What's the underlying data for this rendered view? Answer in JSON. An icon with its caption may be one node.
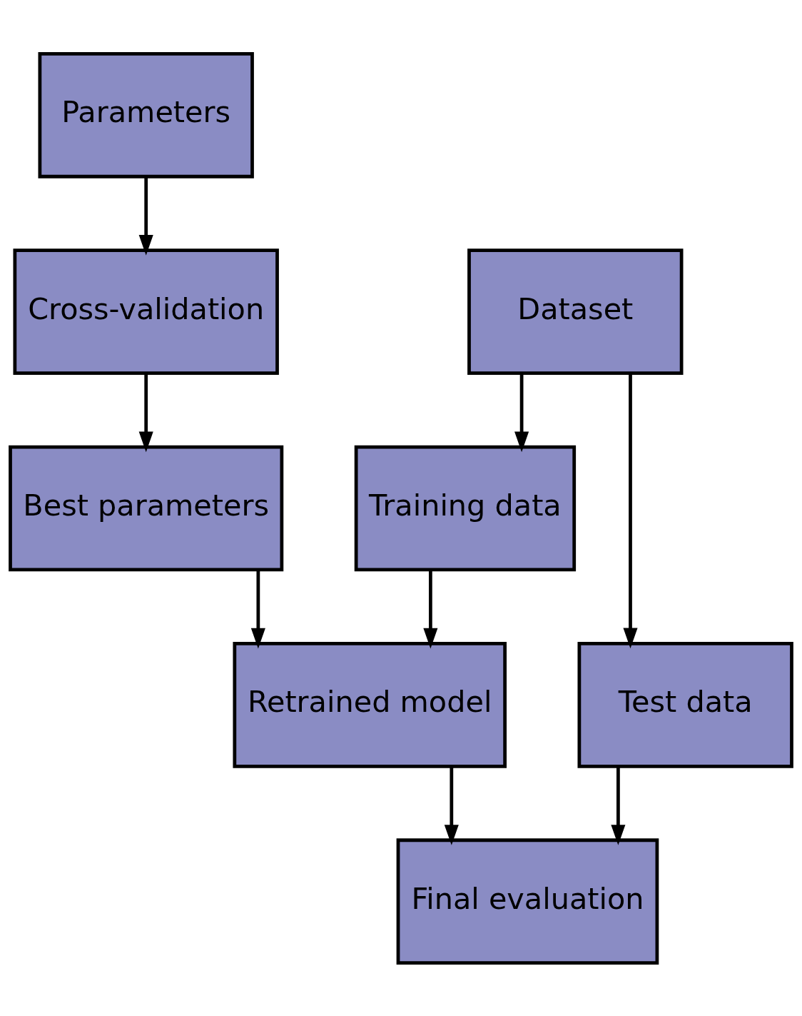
{
  "diagram": {
    "nodes": [
      {
        "text": [
          "Parameters"
        ]
      },
      {
        "text": [
          "Dataset"
        ]
      },
      {
        "text": [
          "Cross-validation"
        ]
      },
      {
        "text": [
          "Training data"
        ]
      },
      {
        "text": [
          "Test data"
        ]
      },
      {
        "text": [
          "Best parameters"
        ]
      },
      {
        "text": [
          "Retrained model"
        ]
      },
      {
        "text": [
          "Final evaluation"
        ]
      }
    ],
    "edges": [
      {
        "from": 0,
        "to": 2,
        "arrow": "to"
      },
      {
        "from": 1,
        "to": 3,
        "arrow": "to"
      },
      {
        "from": 1,
        "to": 4,
        "arrow": "to"
      },
      {
        "from": 2,
        "to": 5,
        "arrow": "to"
      },
      {
        "from": 3,
        "to": 6,
        "arrow": "to"
      },
      {
        "from": 5,
        "to": 6,
        "arrow": "to"
      },
      {
        "from": 6,
        "to": 7,
        "arrow": "to"
      },
      {
        "from": 4,
        "to": 7,
        "arrow": "to"
      }
    ]
  }
}
